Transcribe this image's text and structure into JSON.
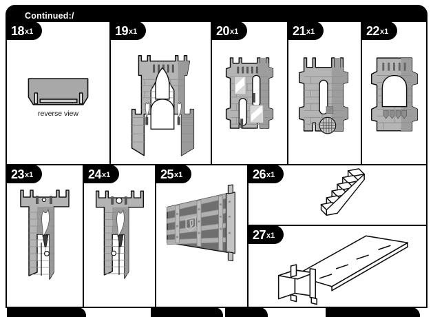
{
  "header": {
    "title": "Continued:/"
  },
  "sheet": {
    "bg_color": "#ffffff",
    "ink_color": "#000000",
    "stone_light": "#c9c9c9",
    "stone_mid": "#a8a8a8",
    "stone_dark": "#8a8a8a",
    "stone_shadow": "#6f6f6f"
  },
  "rows": [
    {
      "name": "row-top",
      "cells": [
        {
          "number": "18",
          "qty": "x1",
          "caption": "reverse view",
          "art": "wall-cap-reverse"
        },
        {
          "number": "19",
          "qty": "x1",
          "caption": "",
          "art": "gate-arch-tower"
        },
        {
          "number": "20",
          "qty": "x1",
          "caption": "",
          "art": "window-wall-panel"
        },
        {
          "number": "21",
          "qty": "x1",
          "caption": "",
          "art": "slit-window-wall"
        },
        {
          "number": "22",
          "qty": "x1",
          "caption": "",
          "art": "arched-doorway-wall"
        }
      ]
    },
    {
      "name": "row-bottom",
      "cells": [
        {
          "number": "23",
          "qty": "x1",
          "caption": "",
          "art": "torch-tower-left"
        },
        {
          "number": "24",
          "qty": "x1",
          "caption": "",
          "art": "torch-tower-right"
        },
        {
          "number": "25",
          "qty": "x1",
          "caption": "",
          "art": "shield-gate-door"
        },
        {
          "number": "26",
          "qty": "x1",
          "caption": "",
          "art": "staircase"
        },
        {
          "number": "27",
          "qty": "x1",
          "caption": "",
          "art": "drawbridge-ramp"
        }
      ]
    }
  ]
}
